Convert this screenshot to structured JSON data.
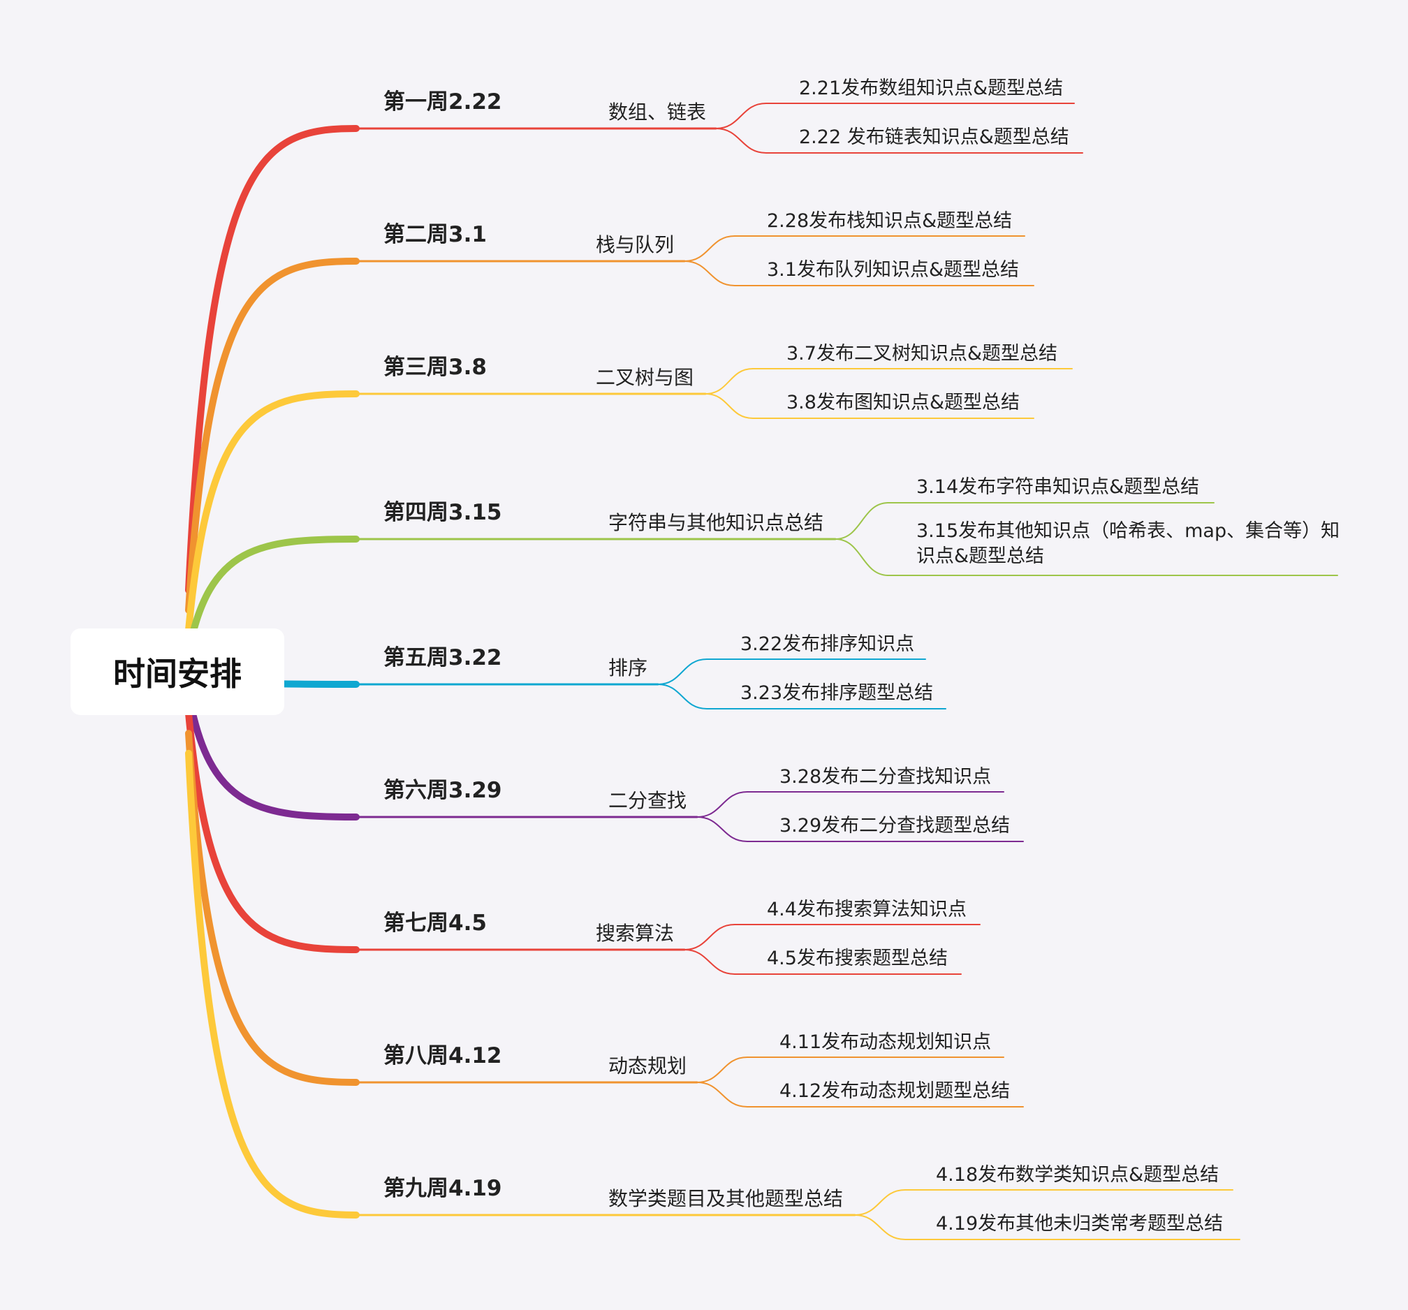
{
  "root": {
    "label": "时间安排"
  },
  "branches": [
    {
      "week": "第一周2.22",
      "topic": "数组、链表",
      "color": "#e8433a",
      "items": [
        "2.21发布数组知识点&题型总结",
        "2.22 发布链表知识点&题型总结"
      ]
    },
    {
      "week": "第二周3.1",
      "topic": "栈与队列",
      "color": "#f0932f",
      "items": [
        "2.28发布栈知识点&题型总结",
        "3.1发布队列知识点&题型总结"
      ]
    },
    {
      "week": "第三周3.8",
      "topic": "二叉树与图",
      "color": "#fdc93a",
      "items": [
        "3.7发布二叉树知识点&题型总结",
        "3.8发布图知识点&题型总结"
      ]
    },
    {
      "week": "第四周3.15",
      "topic": "字符串与其他知识点总结",
      "color": "#9dc54a",
      "items": [
        "3.14发布字符串知识点&题型总结",
        "3.15发布其他知识点（哈希表、map、集合等）知识点&题型总结"
      ]
    },
    {
      "week": "第五周3.22",
      "topic": "排序",
      "color": "#0fa7d1",
      "items": [
        "3.22发布排序知识点",
        "3.23发布排序题型总结"
      ]
    },
    {
      "week": "第六周3.29",
      "topic": "二分查找",
      "color": "#7d2a91",
      "items": [
        "3.28发布二分查找知识点",
        "3.29发布二分查找题型总结"
      ]
    },
    {
      "week": "第七周4.5",
      "topic": "搜索算法",
      "color": "#e8433a",
      "items": [
        "4.4发布搜索算法知识点",
        "4.5发布搜索题型总结"
      ]
    },
    {
      "week": "第八周4.12",
      "topic": "动态规划",
      "color": "#f0932f",
      "items": [
        "4.11发布动态规划知识点",
        "4.12发布动态规划题型总结"
      ]
    },
    {
      "week": "第九周4.19",
      "topic": "数学类题目及其他题型总结",
      "color": "#fdc93a",
      "items": [
        "4.18发布数学类知识点&题型总结",
        "4.19发布其他未归类常考题型总结"
      ]
    }
  ]
}
